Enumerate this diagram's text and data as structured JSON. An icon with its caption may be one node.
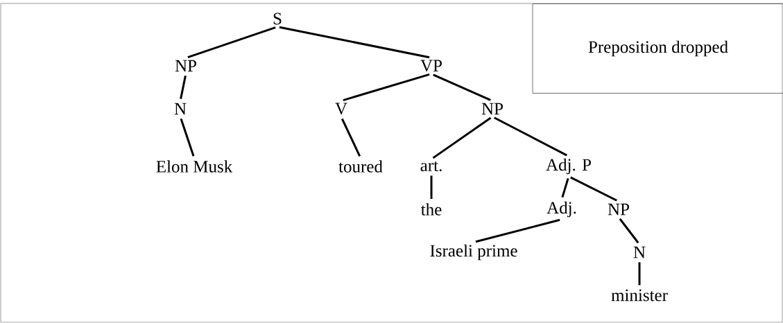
{
  "diagram": {
    "nodes": [
      {
        "text": [
          "S"
        ]
      },
      {
        "text": [
          "NP"
        ]
      },
      {
        "text": [
          "VP"
        ]
      },
      {
        "text": [
          "N"
        ]
      },
      {
        "text": [
          "V"
        ]
      },
      {
        "text": [
          "NP"
        ]
      },
      {
        "text": [
          "Elon Musk"
        ]
      },
      {
        "text": [
          "toured"
        ]
      },
      {
        "text": [
          "art."
        ]
      },
      {
        "text": [
          "Adj. P"
        ]
      },
      {
        "text": [
          "the"
        ]
      },
      {
        "text": [
          "Adj."
        ]
      },
      {
        "text": [
          "NP"
        ]
      },
      {
        "text": [
          "Israeli prime"
        ]
      },
      {
        "text": [
          "N"
        ]
      },
      {
        "text": [
          "minister"
        ]
      },
      {
        "text": [
          "Preposition dropped"
        ]
      }
    ],
    "edges": [
      {
        "from": 0,
        "to": 1,
        "arrow": "none"
      },
      {
        "from": 0,
        "to": 2,
        "arrow": "none"
      },
      {
        "from": 1,
        "to": 3,
        "arrow": "none"
      },
      {
        "from": 3,
        "to": 6,
        "arrow": "none"
      },
      {
        "from": 2,
        "to": 4,
        "arrow": "none"
      },
      {
        "from": 2,
        "to": 5,
        "arrow": "none"
      },
      {
        "from": 4,
        "to": 7,
        "arrow": "none"
      },
      {
        "from": 5,
        "to": 8,
        "arrow": "none"
      },
      {
        "from": 5,
        "to": 9,
        "arrow": "none"
      },
      {
        "from": 8,
        "to": 10,
        "arrow": "none"
      },
      {
        "from": 9,
        "to": 11,
        "arrow": "none"
      },
      {
        "from": 9,
        "to": 12,
        "arrow": "none"
      },
      {
        "from": 11,
        "to": 13,
        "arrow": "none"
      },
      {
        "from": 12,
        "to": 14,
        "arrow": "none"
      },
      {
        "from": 14,
        "to": 15,
        "arrow": "none"
      }
    ]
  }
}
